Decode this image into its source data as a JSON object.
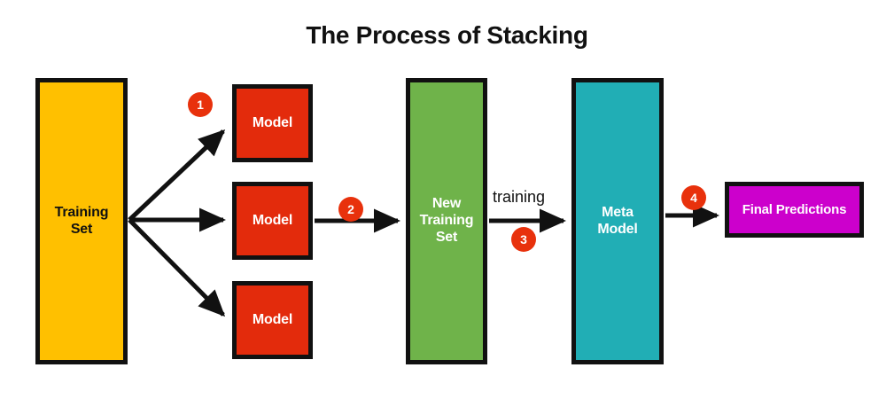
{
  "title": "The Process of Stacking",
  "background": "#FFFFFF",
  "nodes": {
    "training_set": {
      "label": "Training\nSet",
      "color": "#FFC000",
      "text_color": "#111111"
    },
    "model_1": {
      "label": "Model",
      "color": "#E32B0C",
      "text_color": "#FFFFFF"
    },
    "model_2": {
      "label": "Model",
      "color": "#E32B0C",
      "text_color": "#FFFFFF"
    },
    "model_3": {
      "label": "Model",
      "color": "#E32B0C",
      "text_color": "#FFFFFF"
    },
    "new_training_set": {
      "label": "New\nTraining\nSet",
      "color": "#6FB34A",
      "text_color": "#FFFFFF"
    },
    "meta_model": {
      "label": "Meta\nModel",
      "color": "#21AEB5",
      "text_color": "#FFFFFF"
    },
    "final_predictions": {
      "label": "Final Predictions",
      "color": "#CC00CC",
      "text_color": "#FFFFFF"
    }
  },
  "badges": [
    {
      "number": "1",
      "color": "#E8310C"
    },
    {
      "number": "2",
      "color": "#E8310C"
    },
    {
      "number": "3",
      "color": "#E8310C"
    },
    {
      "number": "4",
      "color": "#E8310C"
    }
  ],
  "edge_labels": {
    "training": "training"
  },
  "arrow_color": "#111111"
}
